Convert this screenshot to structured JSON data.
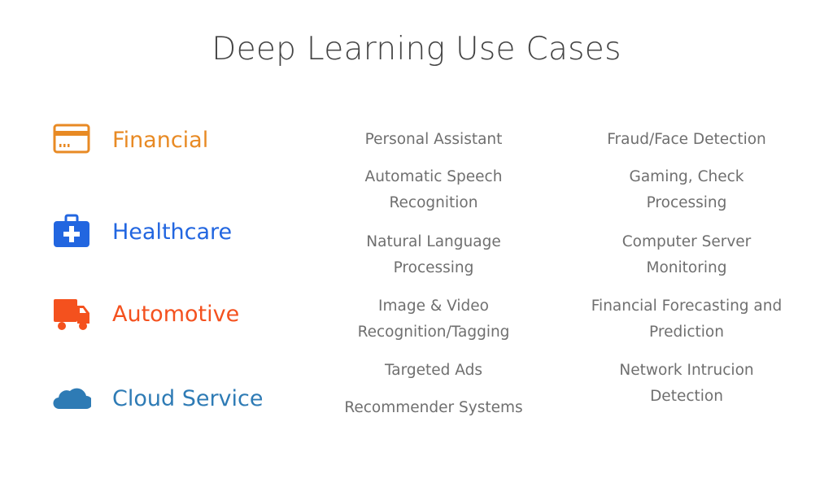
{
  "title": "Deep Learning Use Cases",
  "categories": [
    {
      "label": "Financial",
      "icon": "credit-card-icon",
      "color": "#E88A24"
    },
    {
      "label": "Healthcare",
      "icon": "medical-kit-icon",
      "color": "#2266E0"
    },
    {
      "label": "Automotive",
      "icon": "truck-icon",
      "color": "#F4511E"
    },
    {
      "label": "Cloud Service",
      "icon": "cloud-icon",
      "color": "#2E7BB5"
    }
  ],
  "column1": [
    "Personal Assistant",
    "Automatic Speech Recognition",
    "Natural Language Processing",
    "Image & Video Recognition/Tagging",
    "Targeted Ads",
    "Recommender Systems"
  ],
  "column2": [
    "Fraud/Face Detection",
    "Gaming, Check Processing",
    "Computer Server Monitoring",
    "Financial Forecasting and Prediction",
    "Network Intrucion Detection"
  ]
}
